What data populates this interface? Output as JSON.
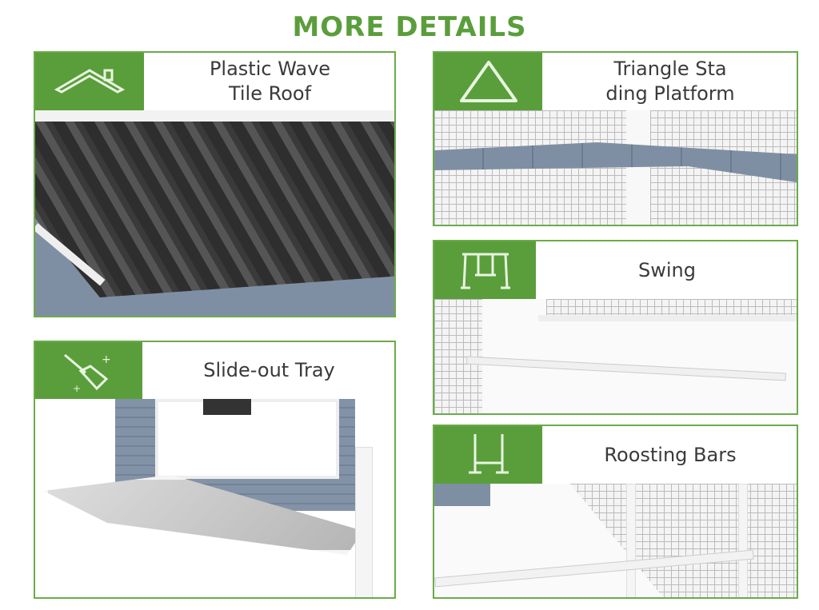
{
  "title": "MORE DETAILS",
  "features": [
    {
      "label": "Plastic Wave Tile Roof",
      "icon": "roof-icon"
    },
    {
      "label": "Triangle Sta ding Platform",
      "icon": "triangle-icon"
    },
    {
      "label": "Swing",
      "icon": "swing-icon"
    },
    {
      "label": "Slide-out Tray",
      "icon": "broom-icon"
    },
    {
      "label": "Roosting Bars",
      "icon": "roosting-bar-icon"
    }
  ],
  "colors": {
    "accent": "#5a9e3c",
    "roof": "#3a3a3a",
    "wood": "#7f8fa3"
  }
}
